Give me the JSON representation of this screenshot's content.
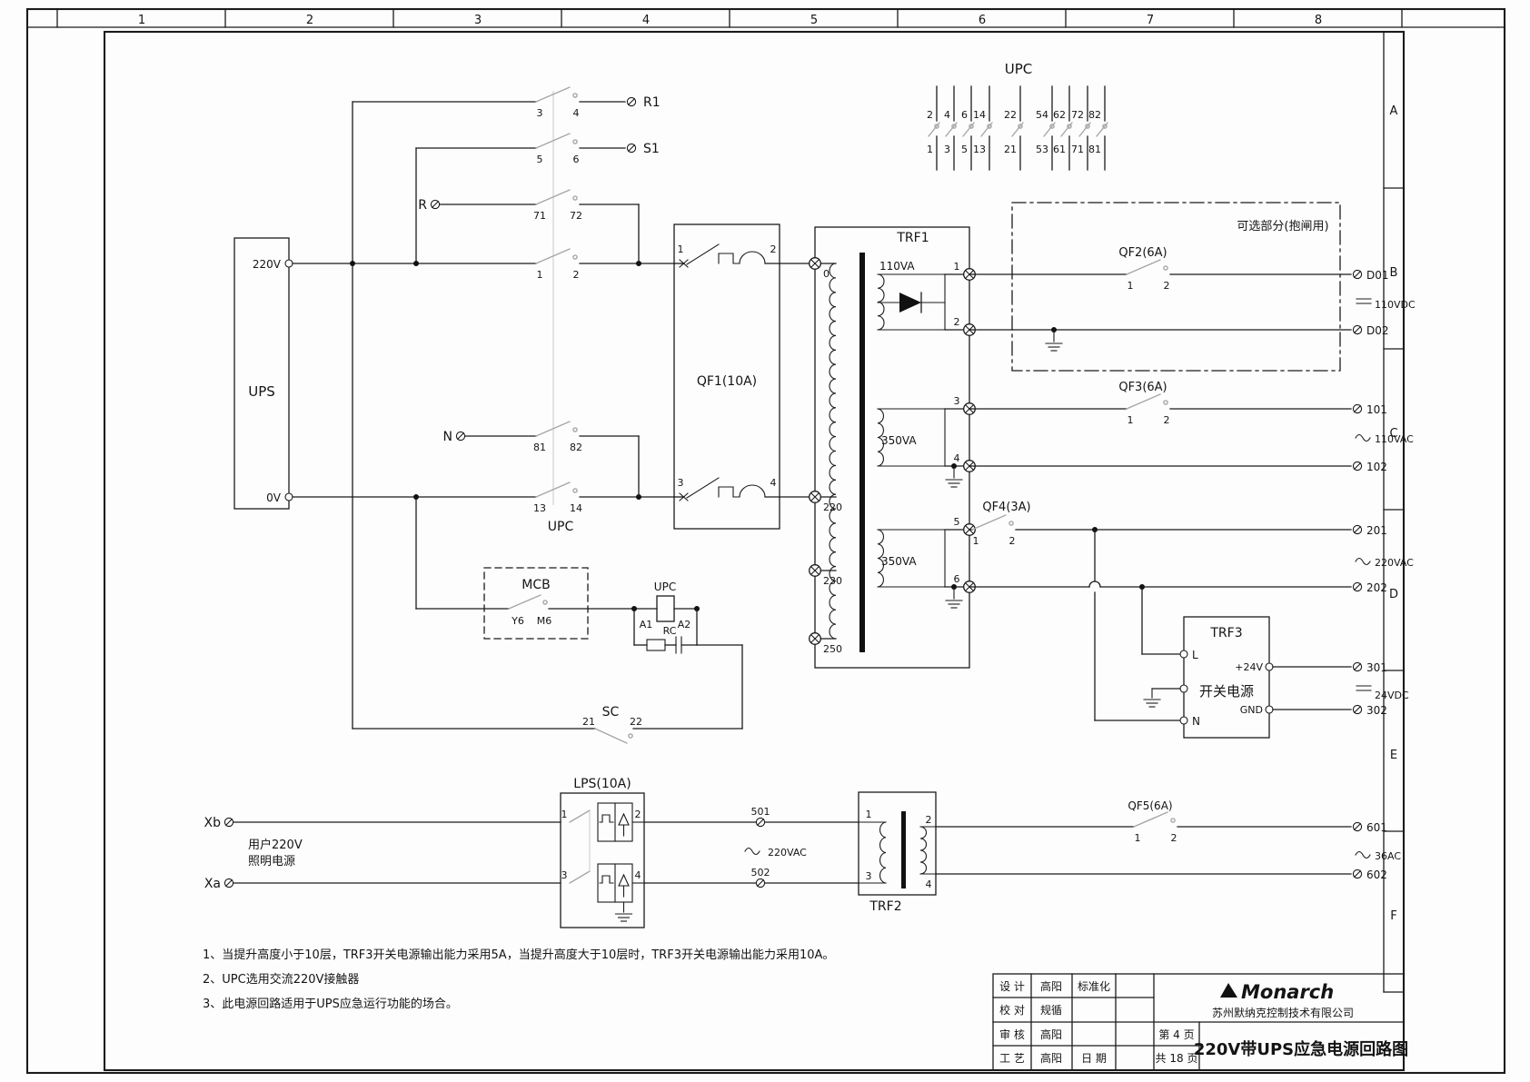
{
  "d": {
    "frame": {
      "columns": [
        "1",
        "2",
        "3",
        "4",
        "5",
        "6",
        "7",
        "8"
      ],
      "rows": [
        "A",
        "B",
        "C",
        "D",
        "E",
        "F"
      ]
    },
    "ups": {
      "name": "UPS",
      "top": "220V",
      "bottom": "0V"
    },
    "feeds": {
      "r1": "R1",
      "s1": "S1",
      "r": "R",
      "n": "N"
    },
    "main_contacts": {
      "label": "UPC",
      "c34": [
        "3",
        "4"
      ],
      "c56": [
        "5",
        "6"
      ],
      "c7172": [
        "71",
        "72"
      ],
      "c12": [
        "1",
        "2"
      ],
      "c8182": [
        "81",
        "82"
      ],
      "c1314": [
        "13",
        "14"
      ]
    },
    "upc_bank": {
      "label": "UPC",
      "top": [
        "2",
        "4",
        "6",
        "14",
        "22",
        "54",
        "62",
        "72",
        "82"
      ],
      "bottom": [
        "1",
        "3",
        "5",
        "13",
        "21",
        "53",
        "61",
        "71",
        "81"
      ]
    },
    "qf1": {
      "label": "QF1(10A)",
      "t": [
        "1",
        "2",
        "3",
        "4"
      ]
    },
    "trf1": {
      "label": "TRF1",
      "taps": [
        "0",
        "220",
        "230",
        "250"
      ],
      "w1": "110VA",
      "w2": "350VA",
      "w3": "350VA",
      "sec": [
        "1",
        "2",
        "3",
        "4",
        "5",
        "6"
      ]
    },
    "optional": {
      "label": "可选部分(抱闸用)",
      "qf2": "QF2(6A)",
      "t": [
        "1",
        "2"
      ],
      "d01": "D01",
      "d02": "D02",
      "v": "110VDC"
    },
    "branch101": {
      "qf3": "QF3(6A)",
      "t": [
        "1",
        "2"
      ],
      "a": "101",
      "b": "102",
      "v": "110VAC"
    },
    "branch201": {
      "qf4": "QF4(3A)",
      "t": [
        "1",
        "2"
      ],
      "a": "201",
      "b": "202",
      "v": "220VAC"
    },
    "trf3": {
      "label": "TRF3",
      "sub": "开关电源",
      "l": "L",
      "n": "N",
      "p24": "+24V",
      "gnd": "GND",
      "a": "301",
      "b": "302",
      "v": "24VDC"
    },
    "coil_circuit": {
      "mcb": "MCB",
      "y6": "Y6",
      "m6": "M6",
      "upc": "UPC",
      "a1": "A1",
      "a2": "A2",
      "rc": "RC",
      "sc": "SC",
      "t21": "21",
      "t22": "22"
    },
    "lighting": {
      "xb": "Xb",
      "xa": "Xa",
      "cap1": "用户220V",
      "cap2": "照明电源",
      "lps": "LPS(10A)",
      "t": [
        "1",
        "2",
        "3",
        "4"
      ],
      "a": "501",
      "b": "502",
      "v": "220VAC"
    },
    "trf2": {
      "label": "TRF2",
      "t": [
        "1",
        "2",
        "3",
        "4"
      ]
    },
    "branch601": {
      "qf5": "QF5(6A)",
      "t": [
        "1",
        "2"
      ],
      "a": "601",
      "b": "602",
      "v": "36AC"
    },
    "notes": [
      "1、当提升高度小于10层，TRF3开关电源输出能力采用5A，当提升高度大于10层时，TRF3开关电源输出能力采用10A。",
      "2、UPC选用交流220V接触器",
      "3、此电源回路适用于UPS应急运行功能的场合。"
    ],
    "titleblock": {
      "r1c1": "设 计",
      "r2c1": "校 对",
      "r3c1": "审 核",
      "r4c1": "工 艺",
      "r1c2": "高阳",
      "r2c2": "规循",
      "r3c2": "高阳",
      "r4c2": "高阳",
      "std": "标准化",
      "date": "日 期",
      "page": "第 4 页",
      "pages": "共 18 页",
      "logo": "Monarch",
      "company": "苏州默纳克控制技术有限公司",
      "title": "220V带UPS应急电源回路图"
    }
  }
}
